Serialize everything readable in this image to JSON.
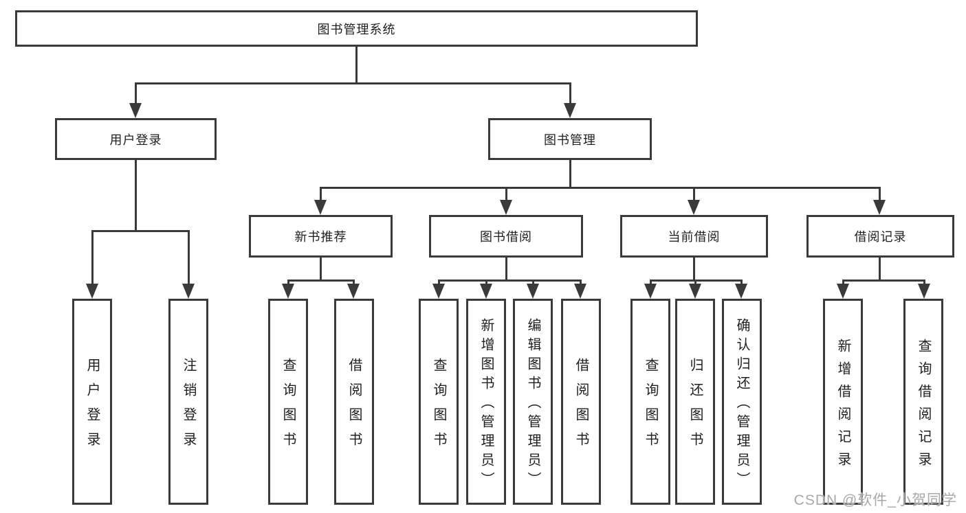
{
  "diagram": {
    "root_label": "图书管理系统",
    "branches": [
      {
        "label": "用户登录",
        "leaves": [
          {
            "label": "用户登录"
          },
          {
            "label": "注销登录"
          }
        ]
      },
      {
        "label": "图书管理",
        "groups": [
          {
            "label": "新书推荐",
            "leaves": [
              {
                "label": "查询图书"
              },
              {
                "label": "借阅图书"
              }
            ]
          },
          {
            "label": "图书借阅",
            "leaves": [
              {
                "label": "查询图书"
              },
              {
                "label": "新增图书（管理员）"
              },
              {
                "label": "编辑图书（管理员）"
              },
              {
                "label": "借阅图书"
              }
            ]
          },
          {
            "label": "当前借阅",
            "leaves": [
              {
                "label": "查询图书"
              },
              {
                "label": "归还图书"
              },
              {
                "label": "确认归还（管理员）"
              }
            ]
          },
          {
            "label": "借阅记录",
            "leaves": [
              {
                "label": "新增借阅记录"
              },
              {
                "label": "查询借阅记录"
              }
            ]
          }
        ]
      }
    ]
  },
  "watermark": {
    "text": "CSDN @软件_小贺同学"
  },
  "colors": {
    "line": "#3a3a3a",
    "text": "#1f1f1f",
    "watermark": "#a8a8a8",
    "background": "#ffffff"
  }
}
